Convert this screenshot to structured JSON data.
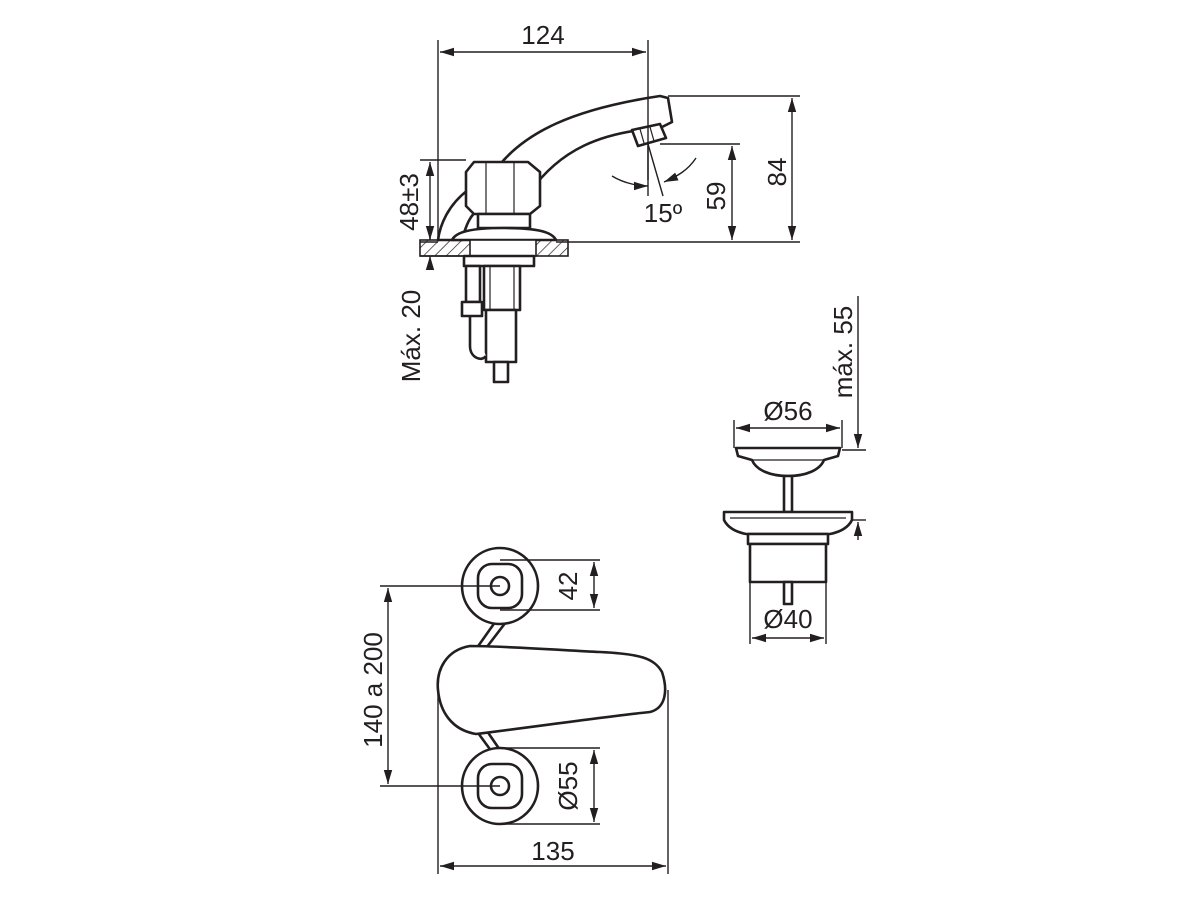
{
  "dimensions": {
    "width_top": "124",
    "height_total": "84",
    "height_spout": "59",
    "angle": "15º",
    "height_valve": "48±3",
    "max_thickness": "Máx. 20",
    "drain_diameter_top": "Ø56",
    "drain_max_height": "máx. 55",
    "drain_diameter_bottom": "Ø40",
    "handle_spacing": "140 a 200",
    "handle_size": "42",
    "base_diameter": "Ø55",
    "width_bottom": "135"
  },
  "colors": {
    "line": "#231f20",
    "background": "#ffffff"
  }
}
